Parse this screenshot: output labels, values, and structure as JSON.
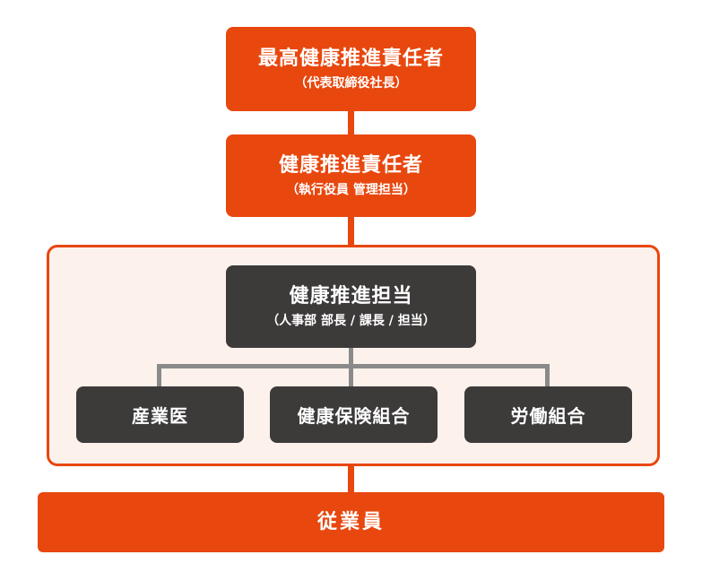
{
  "chart": {
    "top": {
      "title": "最高健康推進責任者",
      "sub": "（代表取締役社長）"
    },
    "second": {
      "title": "健康推進責任者",
      "sub": "（執行役員 管理担当）"
    },
    "group": {
      "lead": {
        "title": "健康推進担当",
        "sub": "（人事部 部長 / 課長 / 担当）"
      },
      "members": [
        {
          "label": "産業医"
        },
        {
          "label": "健康保険組合"
        },
        {
          "label": "労働組合"
        }
      ]
    },
    "bottom": {
      "title": "従業員"
    }
  },
  "colors": {
    "accent": "#e8470e",
    "dark": "#3d3a3a",
    "group_bg": "#fdf1ec",
    "connector_gray": "#8a8a8a"
  }
}
